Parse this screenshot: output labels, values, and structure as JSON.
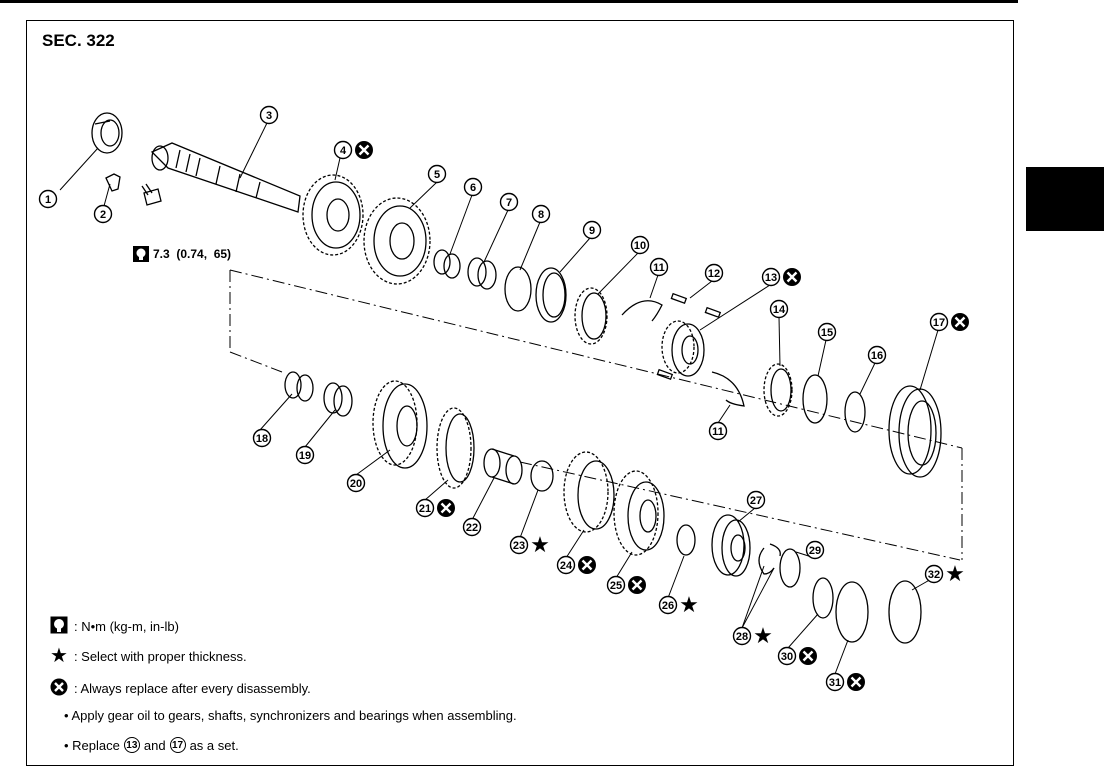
{
  "header": {
    "section": "SEC. 322"
  },
  "torque": {
    "spec": "7.3  (0.74,  65)"
  },
  "parts": [
    {
      "n": "1"
    },
    {
      "n": "2"
    },
    {
      "n": "3"
    },
    {
      "n": "4",
      "replace": true
    },
    {
      "n": "5"
    },
    {
      "n": "6"
    },
    {
      "n": "7"
    },
    {
      "n": "8"
    },
    {
      "n": "9"
    },
    {
      "n": "10"
    },
    {
      "n": "11"
    },
    {
      "n": "11"
    },
    {
      "n": "12"
    },
    {
      "n": "13",
      "replace": true
    },
    {
      "n": "14"
    },
    {
      "n": "15"
    },
    {
      "n": "16"
    },
    {
      "n": "17",
      "replace": true
    },
    {
      "n": "18"
    },
    {
      "n": "19"
    },
    {
      "n": "20"
    },
    {
      "n": "21",
      "replace": true
    },
    {
      "n": "22"
    },
    {
      "n": "23",
      "select": true
    },
    {
      "n": "24",
      "replace": true
    },
    {
      "n": "25",
      "replace": true
    },
    {
      "n": "26",
      "select": true
    },
    {
      "n": "27"
    },
    {
      "n": "28",
      "select": true
    },
    {
      "n": "29"
    },
    {
      "n": "30",
      "replace": true
    },
    {
      "n": "31",
      "replace": true
    },
    {
      "n": "32",
      "select": true
    }
  ],
  "legend": {
    "torque_unit": ": N•m  (kg-m,  in-lb)",
    "select": ": Select with proper thickness.",
    "replace": ": Always replace after every disassembly."
  },
  "notes": {
    "gear_oil": "• Apply gear oil to gears, shafts, synchronizers and bearings when assembling.",
    "set_prefix": "• Replace",
    "set_mid": "and",
    "set_suffix": "as a set.",
    "set_a": "13",
    "set_b": "17"
  },
  "colors": {
    "ink": "#000000",
    "paper": "#ffffff"
  }
}
